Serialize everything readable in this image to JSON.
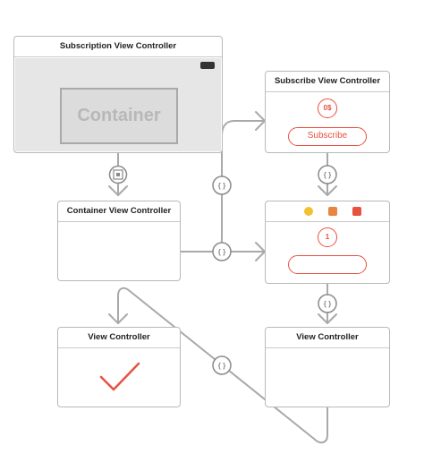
{
  "diagram": {
    "subscription_vc": {
      "title": "Subscription View Controller",
      "container_label": "Container"
    },
    "subscribe_vc": {
      "title": "Subscribe View Controller",
      "price": "0$",
      "button": "Subscribe"
    },
    "container_vc": {
      "title": "Container View Controller"
    },
    "content_vc": {
      "badge": "1"
    },
    "view_controller_left": {
      "title": "View Controller"
    },
    "view_controller_right": {
      "title": "View Controller"
    }
  },
  "segues": {
    "embed_icon": "embed-segue-icon",
    "custom_label": "{ }"
  },
  "colors": {
    "accent": "#e8523f",
    "line": "#a9a9a9",
    "segue_icon": "#8a8a8a"
  }
}
